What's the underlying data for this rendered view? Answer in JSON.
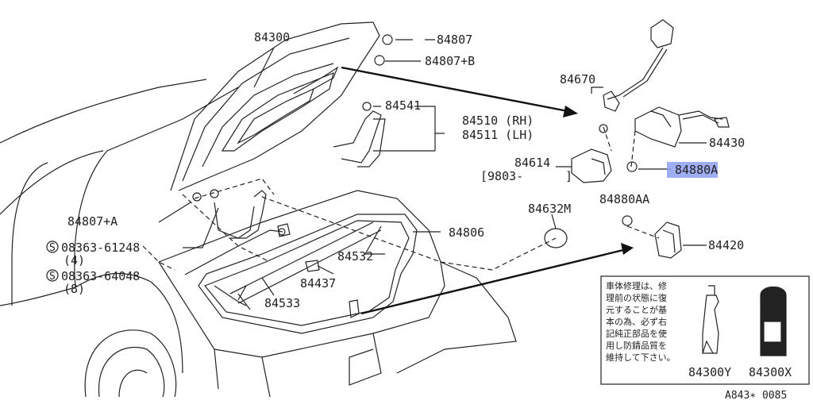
{
  "labels": {
    "p84300": "84300",
    "p84807": "84807",
    "p84807B": "84807+B",
    "p84670": "84670",
    "p84541": "84541",
    "p84510": "84510 (RH)",
    "p84511": "84511 (LH)",
    "p84430": "84430",
    "p84614": "84614",
    "p84614date": "[9803-",
    "p84614close": "]",
    "p84880A": "84880A",
    "p84880AA": "84880AA",
    "p84632M": "84632M",
    "p84806": "84806",
    "p84807A": "84807+A",
    "p84420": "84420",
    "screw1": "08363-61248",
    "screw1qty": "(4)",
    "screw2": "08363-64048",
    "screw2qty": "(8)",
    "p84532": "84532",
    "p84437": "84437",
    "p84533": "84533",
    "p84300Y": "84300Y",
    "p84300X": "84300X",
    "figure_code": "A843∗ 0085",
    "s_mark": "S"
  },
  "note_jp": "車体修理は、修\n理前の状態に復\n元することが基\n本の為、必ず右\n記純正部品を使\n用し防錆品質を\n維持して下さい。",
  "colors": {
    "highlight": "#8e9ff0",
    "line": "#222222"
  }
}
